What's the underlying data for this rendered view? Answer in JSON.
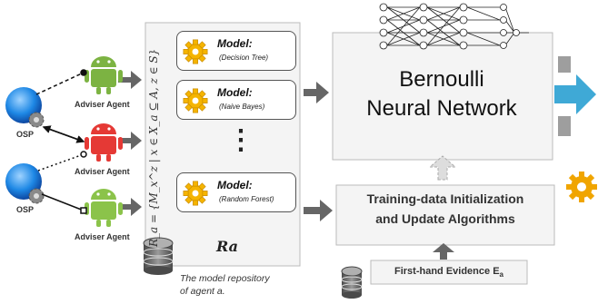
{
  "osp_labels": [
    "OSP",
    "OSP"
  ],
  "adviser_labels": [
    "Adviser Agent",
    "Adviser Agent",
    "Adviser Agent"
  ],
  "models": [
    {
      "title": "Model:",
      "subtitle": "(Decision Tree)"
    },
    {
      "title": "Model:",
      "subtitle": "(Naive Bayes)"
    },
    {
      "title": "Model:",
      "subtitle": "(Random Forest)"
    }
  ],
  "ellipsis": "⋮",
  "formula": "R_a = {M_x^z | x ∈ X_a ⊆ A, z ∈ S}",
  "repository_label": "Ra",
  "repository_caption_line1": "The model repository",
  "repository_caption_line2": "of agent a.",
  "network_title_line1": "Bernoulli",
  "network_title_line2": "Neural Network",
  "training_line1": "Training-data Initialization",
  "training_line2": "and Update Algorithms",
  "evidence_label": "First-hand Evidence E",
  "evidence_subscript": "a",
  "colors": {
    "android_green1": "#7cb342",
    "android_red": "#e53935",
    "android_green2": "#8bc34a",
    "osp_blue": "#1e88e5",
    "output_arrow": "#3fa9d6",
    "arrow_gray": "#666666"
  }
}
